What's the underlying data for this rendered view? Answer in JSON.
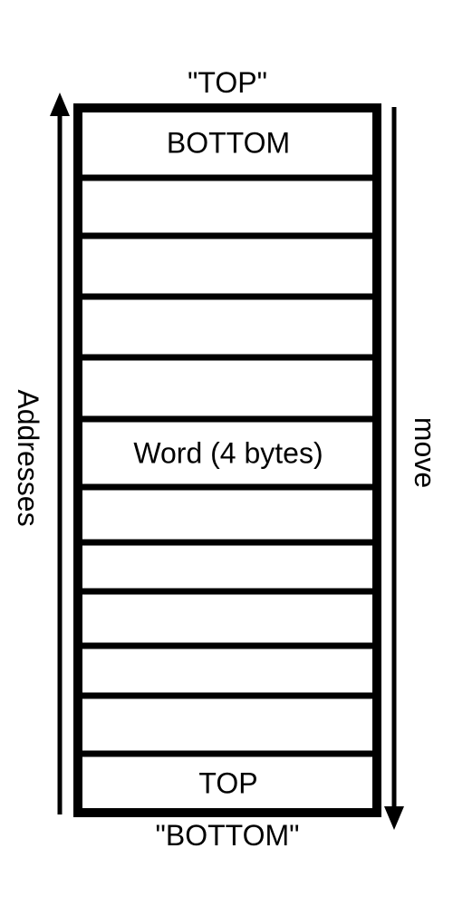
{
  "labels": {
    "above": "\"TOP\"",
    "below": "\"BOTTOM\"",
    "left_axis": "Addresses",
    "right_axis": "move"
  },
  "cells": [
    "BOTTOM",
    "",
    "",
    "",
    "",
    "Word (4 bytes)",
    "",
    "",
    "",
    "",
    "",
    "TOP"
  ],
  "colors": {
    "stroke": "#000000",
    "background": "#ffffff"
  }
}
